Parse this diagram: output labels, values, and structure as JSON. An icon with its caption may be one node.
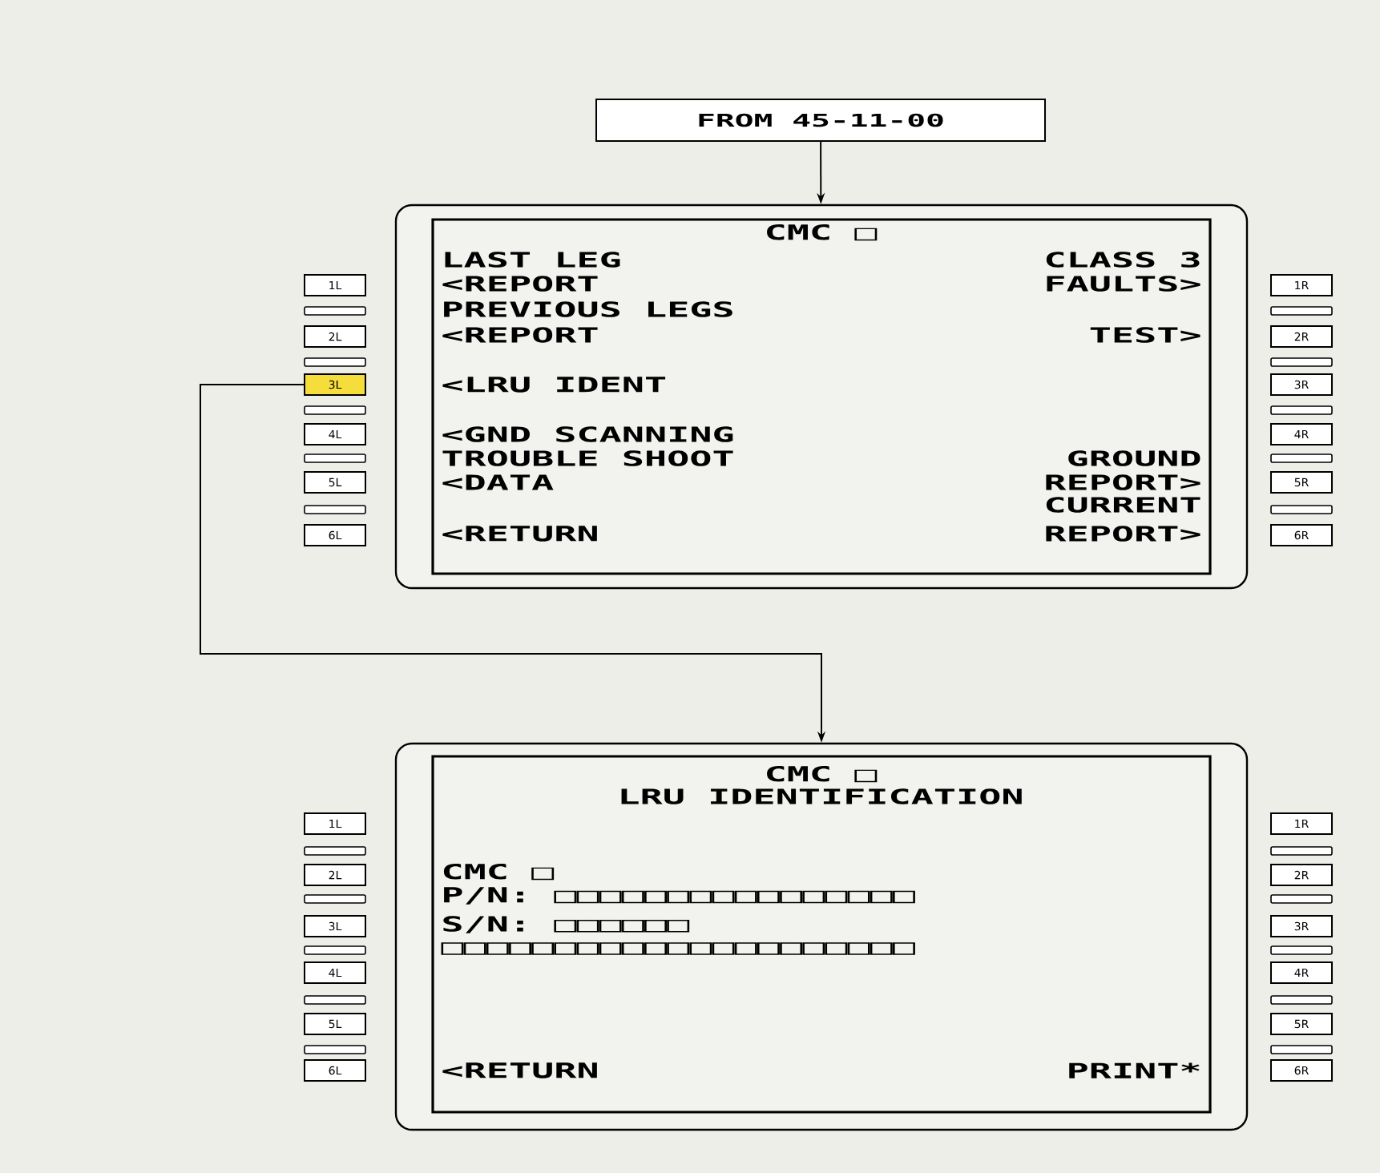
{
  "diagram": {
    "nodes": [
      {
        "text": [
          "FROM 45-11-00"
        ]
      },
      {
        "text": [
          "CMC □",
          "LAST LEG",
          "CLASS 3",
          "<REPORT",
          "FAULTS>",
          "PREVIOUS LEGS",
          "<REPORT",
          "TEST>",
          "<LRU IDENT",
          "<GND SCANNING",
          "TROUBLE SHOOT",
          "GROUND",
          "<DATA",
          "REPORT>",
          "CURRENT",
          "<RETURN",
          "REPORT>"
        ]
      },
      {
        "text": [
          "1L"
        ]
      },
      {
        "text": [
          "2L"
        ]
      },
      {
        "text": [
          "3L"
        ]
      },
      {
        "text": [
          "4L"
        ]
      },
      {
        "text": [
          "5L"
        ]
      },
      {
        "text": [
          "6L"
        ]
      },
      {
        "text": [
          "1R"
        ]
      },
      {
        "text": [
          "2R"
        ]
      },
      {
        "text": [
          "3R"
        ]
      },
      {
        "text": [
          "4R"
        ]
      },
      {
        "text": [
          "5R"
        ]
      },
      {
        "text": [
          "6R"
        ]
      },
      {
        "text": [
          "CMC □",
          "LRU IDENTIFICATION",
          "CMC □",
          "P/N: □□□□□□□□□□□□□□□□",
          "S/N: □□□□□□",
          "□□□□□□□□□□□□□□□□□□□□□",
          "<RETURN",
          "PRINT*"
        ]
      },
      {
        "text": [
          "1L"
        ]
      },
      {
        "text": [
          "2L"
        ]
      },
      {
        "text": [
          "3L"
        ]
      },
      {
        "text": [
          "4L"
        ]
      },
      {
        "text": [
          "5L"
        ]
      },
      {
        "text": [
          "6L"
        ]
      },
      {
        "text": [
          "1R"
        ]
      },
      {
        "text": [
          "2R"
        ]
      },
      {
        "text": [
          "3R"
        ]
      },
      {
        "text": [
          "4R"
        ]
      },
      {
        "text": [
          "5R"
        ]
      },
      {
        "text": [
          "6R"
        ]
      }
    ],
    "edges": [
      {
        "from": 0,
        "to": 1,
        "arrow": "to"
      },
      {
        "from": 4,
        "to": 14,
        "arrow": "to"
      }
    ]
  }
}
